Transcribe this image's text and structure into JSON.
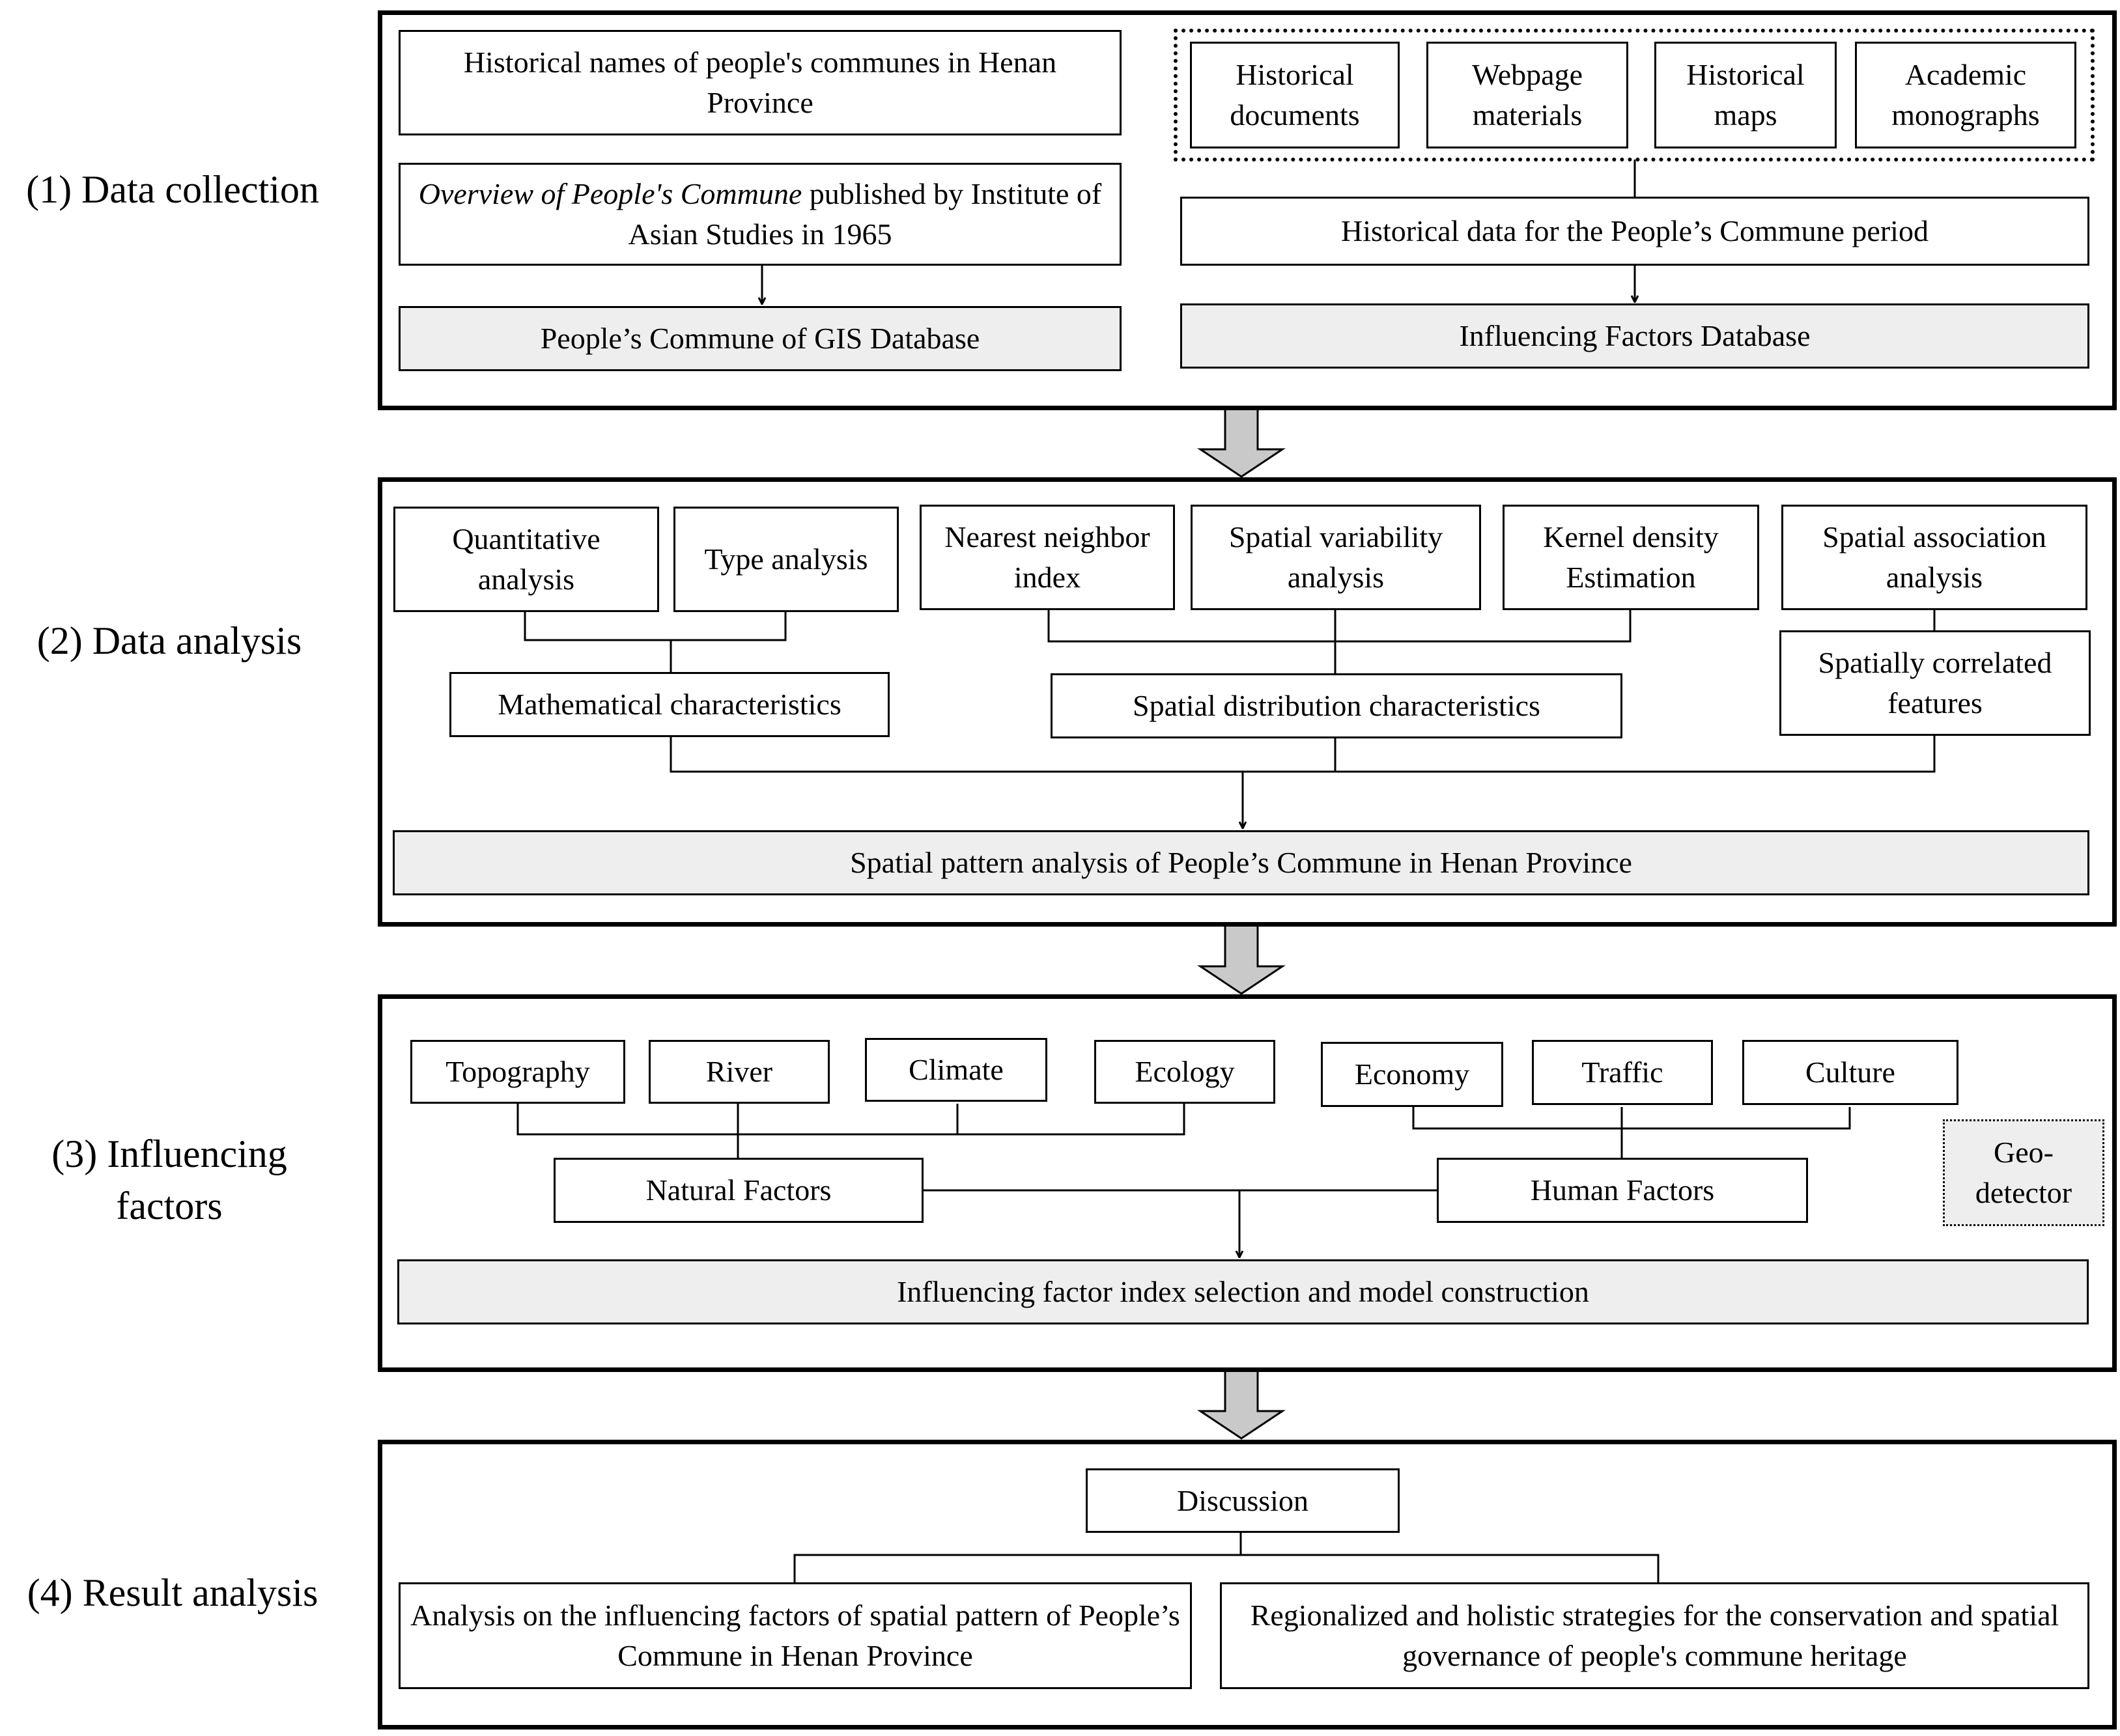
{
  "stages": {
    "s1": "(1) Data collection",
    "s2": "(2) Data analysis",
    "s3_line1": "(3) Influencing",
    "s3_line2": "factors",
    "s4": "(4) Result analysis"
  },
  "collection": {
    "names": "Historical names of people's communes in Henan Province",
    "overview_title": "Overview of People's Commune",
    "overview_rest": " published by Institute of Asian Studies in 1965",
    "gis_db": "People’s Commune of GIS Database",
    "sources": [
      "Historical documents",
      "Webpage materials",
      "Historical maps",
      "Academic monographs"
    ],
    "historical_data": "Historical data for the People’s Commune period",
    "factors_db": "Influencing Factors Database"
  },
  "analysis": {
    "methods": [
      "Quantitative analysis",
      "Type analysis",
      "Nearest neighbor index",
      "Spatial variability analysis",
      "Kernel density Estimation",
      "Spatial association analysis"
    ],
    "math_char": "Mathematical characteristics",
    "spatial_dist": "Spatial distribution characteristics",
    "spatial_corr": "Spatially correlated features",
    "pattern": "Spatial pattern analysis of People’s Commune in Henan Province"
  },
  "factors": {
    "natural_items": [
      "Topography",
      "River",
      "Climate",
      "Ecology"
    ],
    "human_items": [
      "Economy",
      "Traffic",
      "Culture"
    ],
    "natural": "Natural Factors",
    "human": "Human Factors",
    "geodetector": "Geo-detector",
    "model": "Influencing factor index selection and model construction"
  },
  "results": {
    "discussion": "Discussion",
    "influence": "Analysis on the influencing factors of spatial pattern of People’s Commune in Henan Province",
    "strategies": "Regionalized and holistic strategies for the conservation and spatial governance of people's commune heritage"
  }
}
